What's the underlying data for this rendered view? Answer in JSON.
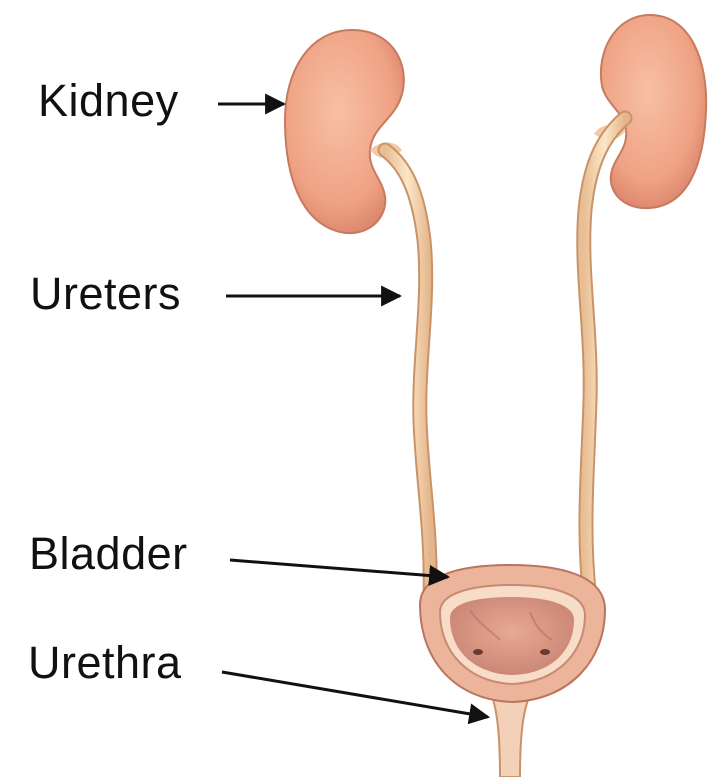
{
  "labels": {
    "kidney": "Kidney",
    "ureters": "Ureters",
    "bladder": "Bladder",
    "urethra": "Urethra"
  },
  "colors": {
    "kidney_fill": "#f0a88a",
    "kidney_shadow": "#d9836a",
    "ureter_fill": "#f8dcb8",
    "ureter_edge": "#c9936a",
    "bladder_outer": "#ecb49a",
    "bladder_inner": "#d89a86",
    "label_text": "#111111",
    "arrow": "#111111"
  }
}
